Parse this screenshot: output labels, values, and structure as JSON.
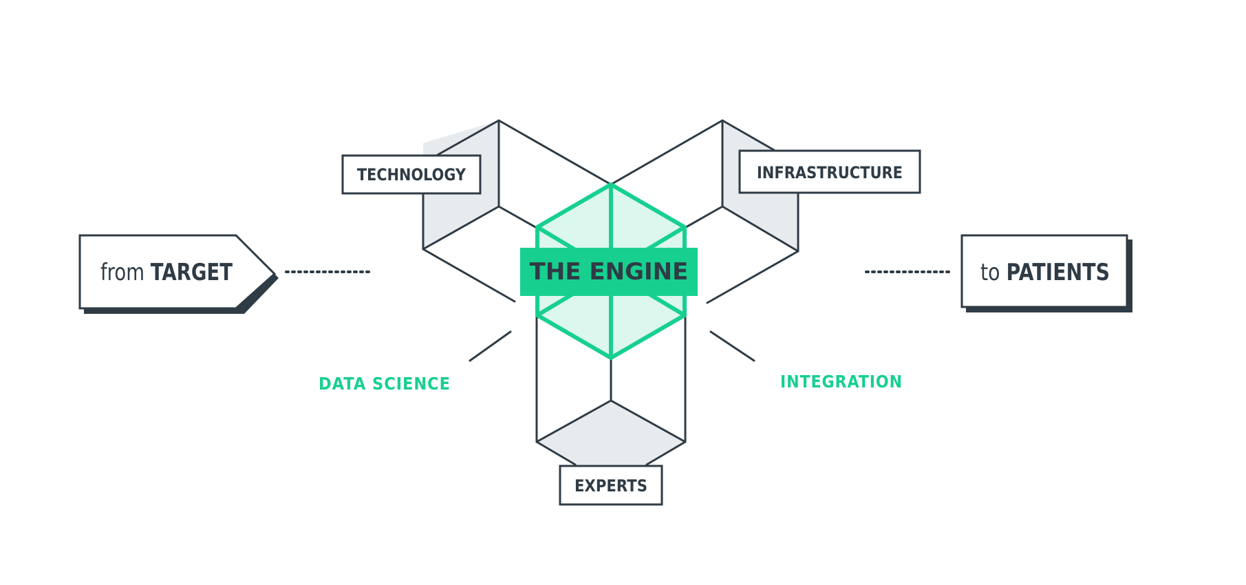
{
  "source_box": {
    "prefix": "from",
    "main": "TARGET"
  },
  "target_box": {
    "prefix": "to",
    "main": "PATIENTS"
  },
  "engine": {
    "label": "THE ENGINE"
  },
  "pillars": {
    "technology": "TECHNOLOGY",
    "infrastructure": "INFRASTRUCTURE",
    "experts": "EXPERTS"
  },
  "connectors": {
    "left": "DATA SCIENCE",
    "right": "INTEGRATION"
  },
  "colors": {
    "ink": "#2f3b45",
    "accent": "#17d08f",
    "accent_fill": "#dcf7ee",
    "panel_fill": "#e8ebee",
    "background": "#ffffff"
  }
}
